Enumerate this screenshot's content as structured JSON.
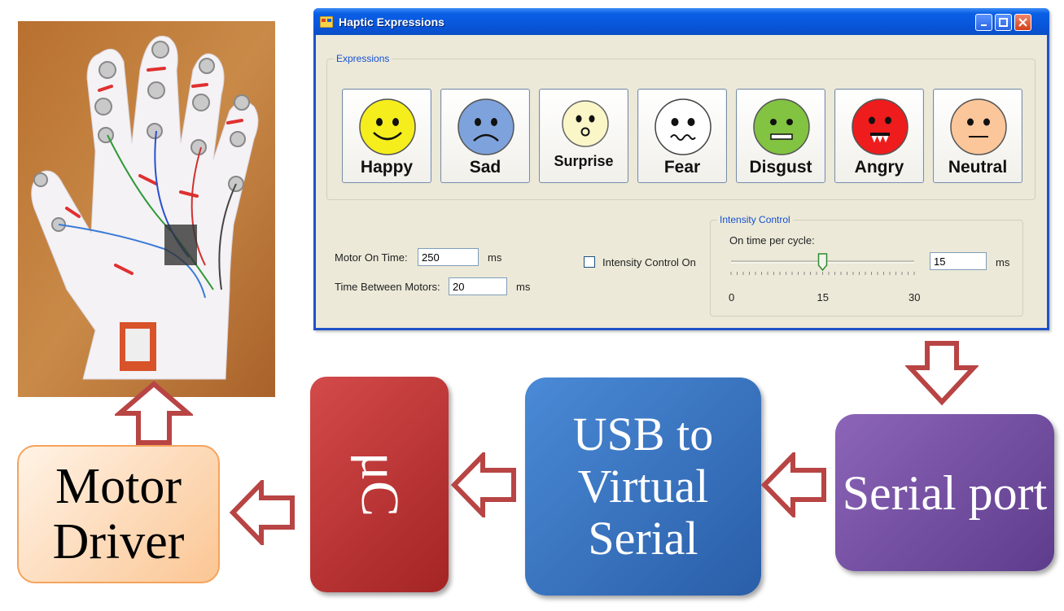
{
  "window": {
    "title": "Haptic Expressions",
    "expressions_group_label": "Expressions",
    "expressions": [
      {
        "label": "Happy",
        "face_color": "#f5ee1c"
      },
      {
        "label": "Sad",
        "face_color": "#7ea2dc"
      },
      {
        "label": "Surprise",
        "face_color": "#faf6c8"
      },
      {
        "label": "Fear",
        "face_color": "#ffffff"
      },
      {
        "label": "Disgust",
        "face_color": "#82c341"
      },
      {
        "label": "Angry",
        "face_color": "#ee1c1c"
      },
      {
        "label": "Neutral",
        "face_color": "#fbc69a"
      }
    ],
    "motor_on_time": {
      "label": "Motor On Time:",
      "value": "250",
      "unit": "ms"
    },
    "time_between_motors": {
      "label": "Time Between Motors:",
      "value": "20",
      "unit": "ms"
    },
    "intensity_checkbox_label": "Intensity Control On",
    "intensity_group": {
      "label": "Intensity Control",
      "slider_label": "On time per cycle:",
      "slider_value": 15,
      "slider_min": 0,
      "slider_max": 30,
      "ticks": [
        "0",
        "15",
        "30"
      ],
      "value_text": "15",
      "unit": "ms"
    }
  },
  "diagram": {
    "serial_port": "Serial port",
    "usb": "USB to Virtual Serial",
    "uc": "μC",
    "motor_driver": "Motor Driver",
    "arrow_color": "#b84444"
  }
}
